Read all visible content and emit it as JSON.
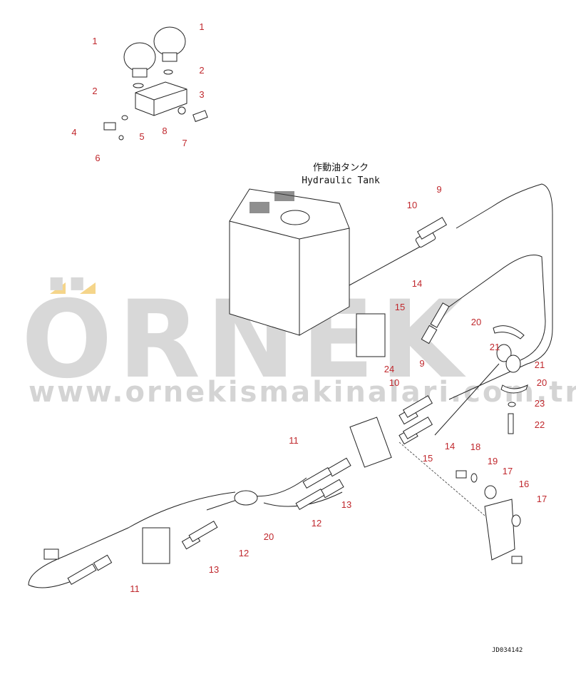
{
  "diagram": {
    "title_jp": "作動油タンク",
    "title_en": "Hydraulic Tank",
    "drawing_code": "JD034142",
    "callouts": [
      "1",
      "1",
      "2",
      "2",
      "3",
      "4",
      "5",
      "6",
      "7",
      "8",
      "9",
      "10",
      "14",
      "15",
      "20",
      "21",
      "21",
      "24",
      "9",
      "10",
      "20",
      "23",
      "22",
      "15",
      "14",
      "18",
      "19",
      "17",
      "16",
      "17",
      "11",
      "13",
      "12",
      "20",
      "12",
      "13",
      "11"
    ],
    "label_color": "#c0282d"
  },
  "watermark": {
    "brand": "ÖRNEK",
    "url": "www.ornekismakinalari.com.tr",
    "accent_color": "#f5d58a"
  }
}
